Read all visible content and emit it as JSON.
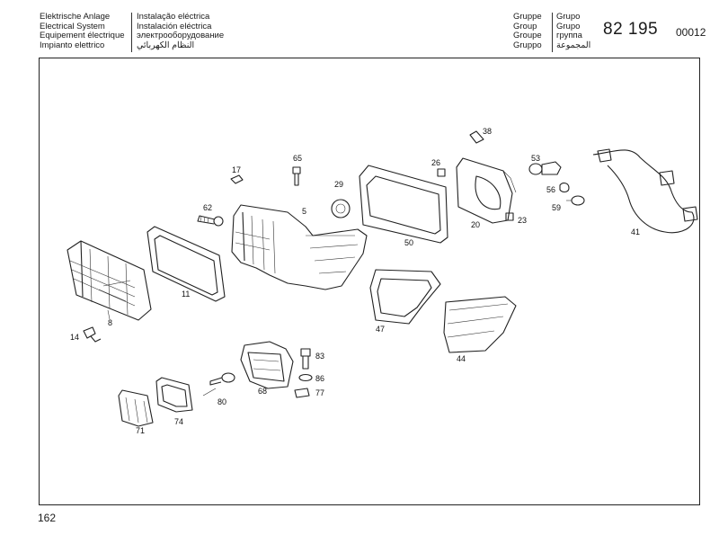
{
  "header": {
    "left_col": [
      "Elektrische Anlage",
      "Electrical System",
      "Equipement électrique",
      "Impianto elettrico"
    ],
    "mid_col": [
      "Instalação eléctrica",
      "Instalación eléctrica",
      "электрооборудование",
      "النظام الكهربائي"
    ],
    "group_labels": [
      "Gruppe",
      "Group",
      "Groupe",
      "Gruppo"
    ],
    "group_labels_2": [
      "Grupo",
      "Grupo",
      "группа",
      "المجموعة"
    ],
    "group_number": "82 195",
    "doc_code": "00012"
  },
  "page_number": "162",
  "parts": [
    "38",
    "26",
    "53",
    "65",
    "17",
    "29",
    "56",
    "62",
    "5",
    "20",
    "23",
    "59",
    "41",
    "50",
    "11",
    "8",
    "47",
    "14",
    "83",
    "44",
    "86",
    "77",
    "68",
    "80",
    "74",
    "71"
  ]
}
